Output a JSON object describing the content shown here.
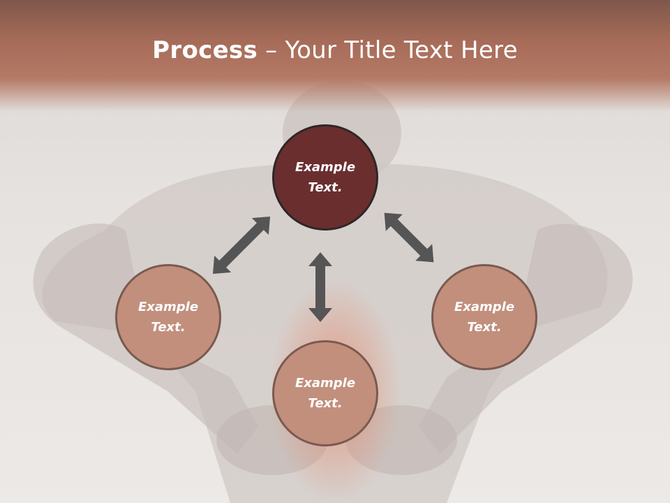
{
  "title": {
    "bold": "Process",
    "rest": " – Your Title Text Here"
  },
  "nodes": [
    {
      "line1": "Example",
      "line2": "Text."
    },
    {
      "line1": "Example",
      "line2": "Text."
    },
    {
      "line1": "Example",
      "line2": "Text."
    },
    {
      "line1": "Example",
      "line2": "Text."
    }
  ],
  "colors": {
    "top_node": "#6b2e2f",
    "other_nodes": "#c28f7d",
    "header_band": "#a56b58",
    "arrows": "#555555"
  },
  "icons": [
    "double-arrow-icon"
  ]
}
